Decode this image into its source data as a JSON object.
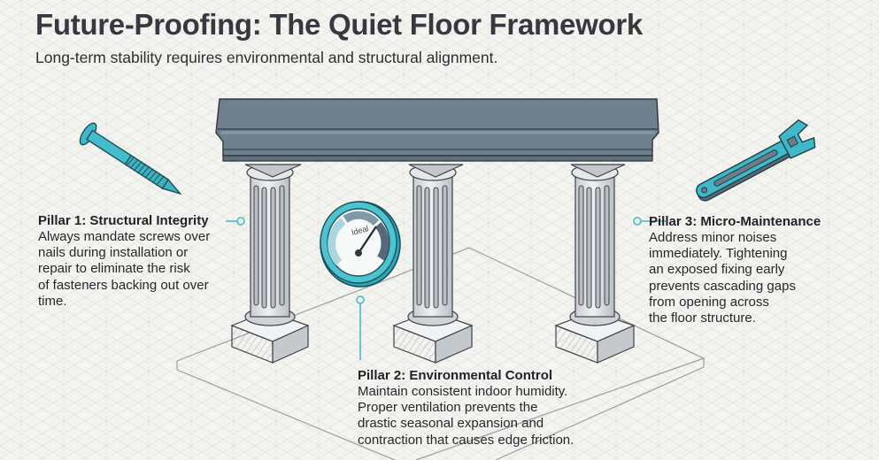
{
  "header": {
    "title": "Future-Proofing: The Quiet Floor Framework",
    "subtitle": "Long-term stability requires environmental and structural alignment."
  },
  "pillars": [
    {
      "label": "Pillar 1: Structural Integrity",
      "body": "Always mandate screws over\nnails during installation or\nrepair to eliminate the risk\nof fasteners backing out over\ntime.",
      "icon": "screw-icon"
    },
    {
      "label": "Pillar 2: Environmental Control",
      "body": "Maintain consistent indoor humidity.\nProper ventilation prevents the\ndrastic seasonal expansion and\ncontraction that causes edge friction.",
      "icon": "humidity-gauge-icon"
    },
    {
      "label": "Pillar 3: Micro-Maintenance",
      "body": "Address minor noises\nimmediately. Tightening\nan exposed fixing early\nprevents cascading gaps\nfrom opening across\nthe floor structure.",
      "icon": "wrench-icon"
    }
  ],
  "gauge": {
    "label": "Ideal"
  },
  "colors": {
    "accent_teal": "#3fb8c8",
    "beam": "#6e7f8d",
    "column": "#d9dde0",
    "background": "#f3f3ef",
    "text_dark": "#363a40"
  }
}
